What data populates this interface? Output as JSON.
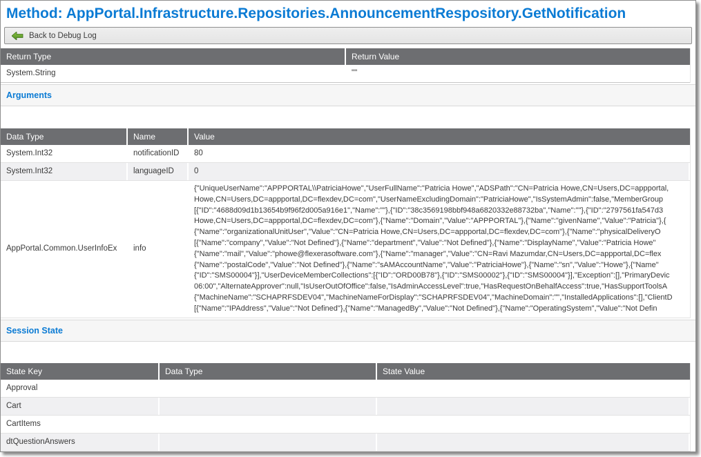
{
  "page": {
    "title": "Method: AppPortal.Infrastructure.Repositories.AnnouncementRespository.GetNotification",
    "back_button": "Back to Debug Log"
  },
  "colors": {
    "title_blue": "#0b7bd4",
    "header_gray": "#6d6e71",
    "alt_row": "#f0f0f2",
    "band_gray": "#f6f6f6",
    "arrow_green": "#5e9e33"
  },
  "return_table": {
    "headers": [
      "Return Type",
      "Return Value"
    ],
    "rows": [
      {
        "type": "System.String",
        "value": "\"\""
      }
    ]
  },
  "arguments": {
    "heading": "Arguments",
    "headers": [
      "Data Type",
      "Name",
      "Value"
    ],
    "rows": [
      {
        "data_type": "System.Int32",
        "name": "notificationID",
        "value": "80"
      },
      {
        "data_type": "System.Int32",
        "name": "languageID",
        "value": "0"
      },
      {
        "data_type": "AppPortal.Common.UserInfoEx",
        "name": "info",
        "value": ""
      }
    ],
    "info_value_lines": [
      "{\"UniqueUserName\":\"APPPORTAL\\\\PatriciaHowe\",\"UserFullName\":\"Patricia Howe\",\"ADSPath\":\"CN=Patricia Howe,CN=Users,DC=appportal,",
      "Howe,CN=Users,DC=appportal,DC=flexdev,DC=com\",\"UserNameExcludingDomain\":\"PatriciaHowe\",\"IsSystemAdmin\":false,\"MemberGroup",
      "[{\"ID\":\"4688d09d1b13654b9f96f2d005a916e1\",\"Name\":\"\"},{\"ID\":\"38c3569198bbf948a6820332e88732ba\",\"Name\":\"\"},{\"ID\":\"2797561fa547d3",
      "Howe,CN=Users,DC=appportal,DC=flexdev,DC=com\"},{\"Name\":\"Domain\",\"Value\":\"APPPORTAL\"},{\"Name\":\"givenName\",\"Value\":\"Patricia\"},{",
      "{\"Name\":\"organizationalUnitUser\",\"Value\":\"CN=Patricia Howe,CN=Users,DC=appportal,DC=flexdev,DC=com\"},{\"Name\":\"physicalDeliveryO",
      "[{\"Name\":\"company\",\"Value\":\"Not Defined\"},{\"Name\":\"department\",\"Value\":\"Not Defined\"},{\"Name\":\"DisplayName\",\"Value\":\"Patricia Howe\"",
      "{\"Name\":\"mail\",\"Value\":\"phowe@flexerasoftware.com\"},{\"Name\":\"manager\",\"Value\":\"CN=Ravi Mazumdar,CN=Users,DC=appportal,DC=flex",
      "{\"Name\":\"postalCode\",\"Value\":\"Not Defined\"},{\"Name\":\"sAMAccountName\",\"Value\":\"PatriciaHowe\"},{\"Name\":\"sn\",\"Value\":\"Howe\"},{\"Name\"",
      "{\"ID\":\"SMS00004\"}],\"UserDeviceMemberCollections\":[{\"ID\":\"ORD00B78\"},{\"ID\":\"SMS00002\"},{\"ID\":\"SMS00004\"}],\"Exception\":[],\"PrimaryDevic",
      "06:00\",\"AlternateApprover\":null,\"IsUserOutOfOffice\":false,\"IsAdminAccessLevel\":true,\"HasRequestOnBehalfAccess\":true,\"HasSupportToolsA",
      "{\"MachineName\":\"SCHAPRFSDEV04\",\"MachineNameForDisplay\":\"SCHAPRFSDEV04\",\"MachineDomain\":\"\",\"InstalledApplications\":[],\"ClientD",
      "[{\"Name\":\"IPAddress\",\"Value\":\"Not Defined\"},{\"Name\":\"ManagedBy\",\"Value\":\"Not Defined\"},{\"Name\":\"OperatingSystem\",\"Value\":\"Not Defin"
    ]
  },
  "session_state": {
    "heading": "Session State",
    "headers": [
      "State Key",
      "Data Type",
      "State Value"
    ],
    "rows": [
      {
        "key": "Approval",
        "data_type": "",
        "value": ""
      },
      {
        "key": "Cart",
        "data_type": "",
        "value": ""
      },
      {
        "key": "CartItems",
        "data_type": "",
        "value": ""
      },
      {
        "key": "dtQuestionAnswers",
        "data_type": "",
        "value": ""
      }
    ]
  }
}
